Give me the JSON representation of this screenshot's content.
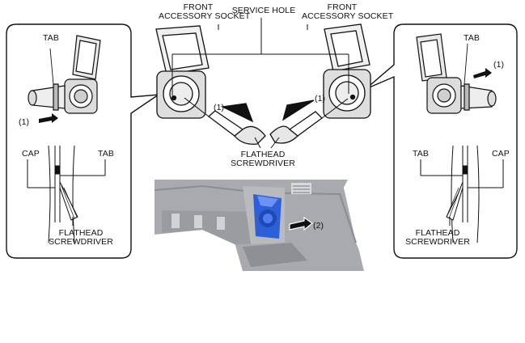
{
  "labels": {
    "front_socket_left_l1": "FRONT",
    "front_socket_left_l2": "ACCESSORY SOCKET",
    "service_hole": "SERVICE HOLE",
    "front_socket_right_l1": "FRONT",
    "front_socket_right_l2": "ACCESSORY SOCKET",
    "tab_left_top": "TAB",
    "tab_right_top": "TAB",
    "step1_left_panel": "(1)",
    "step1_right_panel": "(1)",
    "step1_center_left": "(1)",
    "step1_center_right": "(1)",
    "step2": "(2)",
    "cap_left": "CAP",
    "tab_left_bottom": "TAB",
    "tab_right_bottom": "TAB",
    "cap_right": "CAP",
    "flathead_left_l1": "FLATHEAD",
    "flathead_left_l2": "SCREWDRIVER",
    "flathead_center_l1": "FLATHEAD",
    "flathead_center_l2": "SCREWDRIVER",
    "flathead_right_l1": "FLATHEAD",
    "flathead_right_l2": "SCREWDRIVER"
  },
  "colors": {
    "socket_blue": "#2d5fd6",
    "panel_gray": "#a8aaae",
    "line": "#111111"
  }
}
